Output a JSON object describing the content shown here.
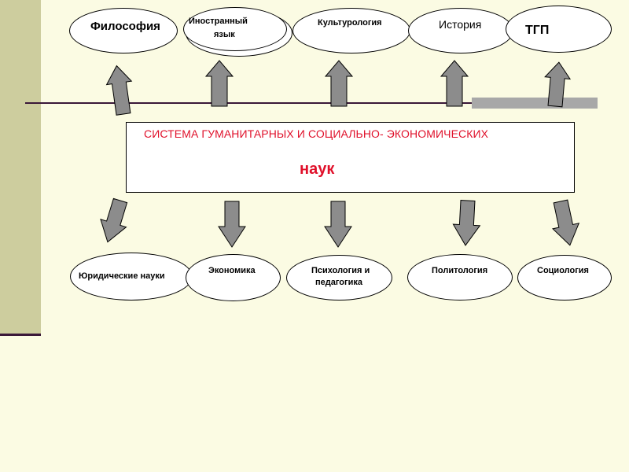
{
  "diagram": {
    "center": {
      "title": "СИСТЕМА ГУМАНИТАРНЫХ И СОЦИАЛЬНО- ЭКОНОМИЧЕСКИХ",
      "subtitle": "наук"
    },
    "top_nodes": [
      {
        "label": "Философия"
      },
      {
        "label": "Иностранный",
        "label2": "язык"
      },
      {
        "label": "Культурология"
      },
      {
        "label": "История"
      },
      {
        "label": "ТГП"
      }
    ],
    "bottom_nodes": [
      {
        "label": "Юридические науки"
      },
      {
        "label": "Экономика"
      },
      {
        "label": "Психология и",
        "label2": "педагогика"
      },
      {
        "label": "Политология"
      },
      {
        "label": "Социология"
      }
    ],
    "colors": {
      "background": "#fbfbe3",
      "accent_text": "#e0102a",
      "arrow_fill": "#8c8c8c",
      "sidebar": "#cdcd9e"
    }
  }
}
